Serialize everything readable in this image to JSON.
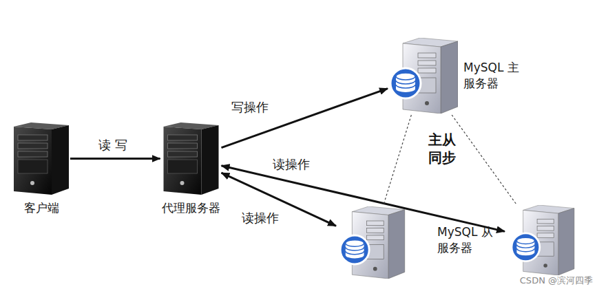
{
  "diagram": {
    "nodes": [
      {
        "text": [
          "客户端"
        ]
      },
      {
        "text": [
          "代理服务器"
        ]
      },
      {
        "text": [
          "MySQL 主服务器"
        ]
      },
      {
        "text": []
      },
      {
        "text": [
          "MySQL 从服务器"
        ]
      }
    ],
    "edges": [
      {
        "from": 0,
        "to": 1,
        "label": "读 写",
        "arrow": "to"
      },
      {
        "from": 1,
        "to": 2,
        "label": "写操作",
        "arrow": "to"
      },
      {
        "from": 1,
        "to": 4,
        "label": "读操作",
        "arrow": "both"
      },
      {
        "from": 1,
        "to": 3,
        "label": "读操作",
        "arrow": "both"
      },
      {
        "from": 2,
        "to": 3,
        "arrow": "none"
      },
      {
        "from": 2,
        "to": 4,
        "arrow": "none"
      }
    ],
    "labels": [
      "主从同步",
      "CSDN @滨河四季"
    ]
  }
}
